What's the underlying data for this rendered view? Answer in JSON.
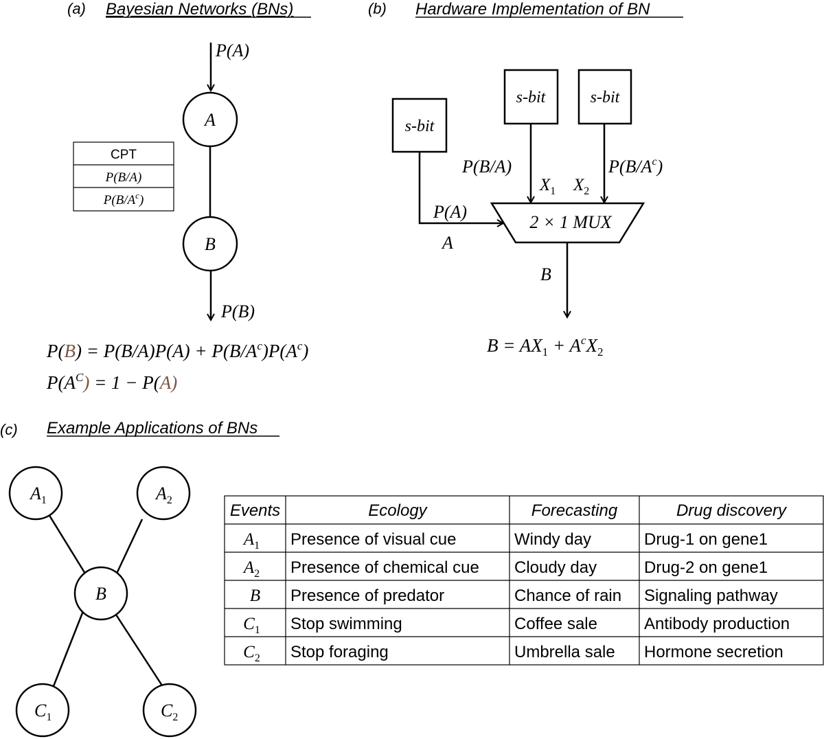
{
  "panel_a": {
    "letter": "(a)",
    "heading": "Bayesian Networks (BNs)",
    "input_prob": "P(A)",
    "node_a": "A",
    "node_b": "B",
    "output_prob": "P(B)",
    "cpt": {
      "header": "CPT",
      "row1": "P(B/A)",
      "row2_main": "P(B/A",
      "row2_sup": "c",
      "row2_close": ")"
    },
    "eq1": {
      "p1": "P(",
      "b": "B",
      "p2": ") = P(B/A)P(A) + P(B/A",
      "sup1": "c",
      "p3": ")P(A",
      "sup2": "c",
      "p4": ")"
    },
    "eq2": {
      "p1": "P(A",
      "sup": "C",
      "p2": ")",
      "p3": " = 1 − P(",
      "a": "A",
      "p4": ")"
    }
  },
  "panel_b": {
    "letter": "(b)",
    "heading": "Hardware Implementation of BN",
    "sbit_a": "s-bit",
    "sbit_x1": "s-bit",
    "sbit_x2": "s-bit",
    "p_ba": "P(B/A)",
    "p_bac_main": "P(B/A",
    "p_bac_sup": "c",
    "p_bac_close": ")",
    "x1": "X",
    "x1_sub": "1",
    "x2": "X",
    "x2_sub": "2",
    "pa": "P(A)",
    "a_label": "A",
    "mux": "2 × 1 MUX",
    "b_label": "B",
    "eq": {
      "lhs": "B = AX",
      "sub1": "1",
      "mid": " + A",
      "sup": "c",
      "x": "X",
      "sub2": "2"
    }
  },
  "panel_c": {
    "letter": "(c)",
    "heading": "Example Applications of BNs",
    "nodes": {
      "a1": {
        "label": "A",
        "sub": "1"
      },
      "a2": {
        "label": "A",
        "sub": "2"
      },
      "b": {
        "label": "B"
      },
      "c1": {
        "label": "C",
        "sub": "1"
      },
      "c2": {
        "label": "C",
        "sub": "2"
      }
    },
    "table": {
      "headers": [
        "Events",
        "Ecology",
        "Forecasting",
        "Drug discovery"
      ],
      "rows": [
        {
          "event": "A",
          "sub": "1",
          "ecology": "Presence of visual cue",
          "forecasting": "Windy day",
          "drug": "Drug-1 on gene1"
        },
        {
          "event": "A",
          "sub": "2",
          "ecology": "Presence of chemical cue",
          "forecasting": "Cloudy day",
          "drug": "Drug-2 on gene1"
        },
        {
          "event": "B",
          "sub": "",
          "ecology": "Presence of predator",
          "forecasting": "Chance of rain",
          "drug": "Signaling pathway"
        },
        {
          "event": "C",
          "sub": "1",
          "ecology": "Stop swimming",
          "forecasting": "Coffee sale",
          "drug": "Antibody production"
        },
        {
          "event": "C",
          "sub": "2",
          "ecology": "Stop foraging",
          "forecasting": "Umbrella sale",
          "drug": "Hormone secretion"
        }
      ]
    }
  }
}
